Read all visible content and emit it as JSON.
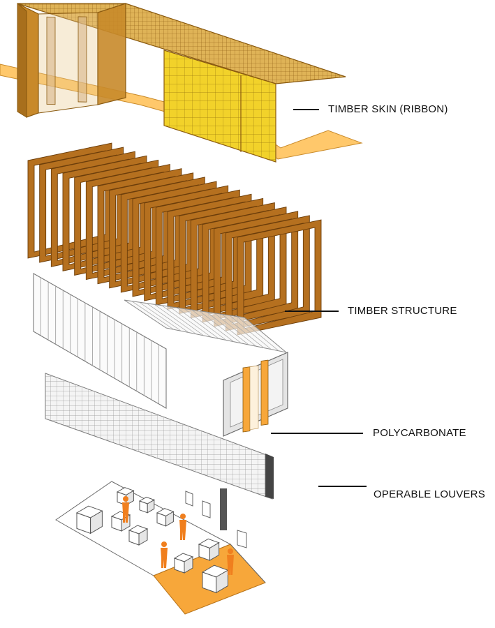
{
  "layers": [
    {
      "name": "timber-skin",
      "label": "TIMBER SKIN (RIBBON)"
    },
    {
      "name": "timber-structure",
      "label": "TIMBER STRUCTURE"
    },
    {
      "name": "polycarbonate",
      "label": "POLYCARBONATE"
    },
    {
      "name": "operable-louvers",
      "label": "OPERABLE LOUVERS"
    }
  ],
  "colors": {
    "skin_fill": "#d9a63a",
    "skin_stroke": "#8a5a10",
    "skin_panel": "#f2d22a",
    "ribbon_floor": "#ffc86b",
    "frame": "#b5701f",
    "frame_stroke": "#6b3d0a",
    "poly_line": "#9a9a9a",
    "louver_line": "#8c8c8c",
    "accent": "#f7a73a",
    "figure": "#f07f1e",
    "ink": "#111111"
  }
}
